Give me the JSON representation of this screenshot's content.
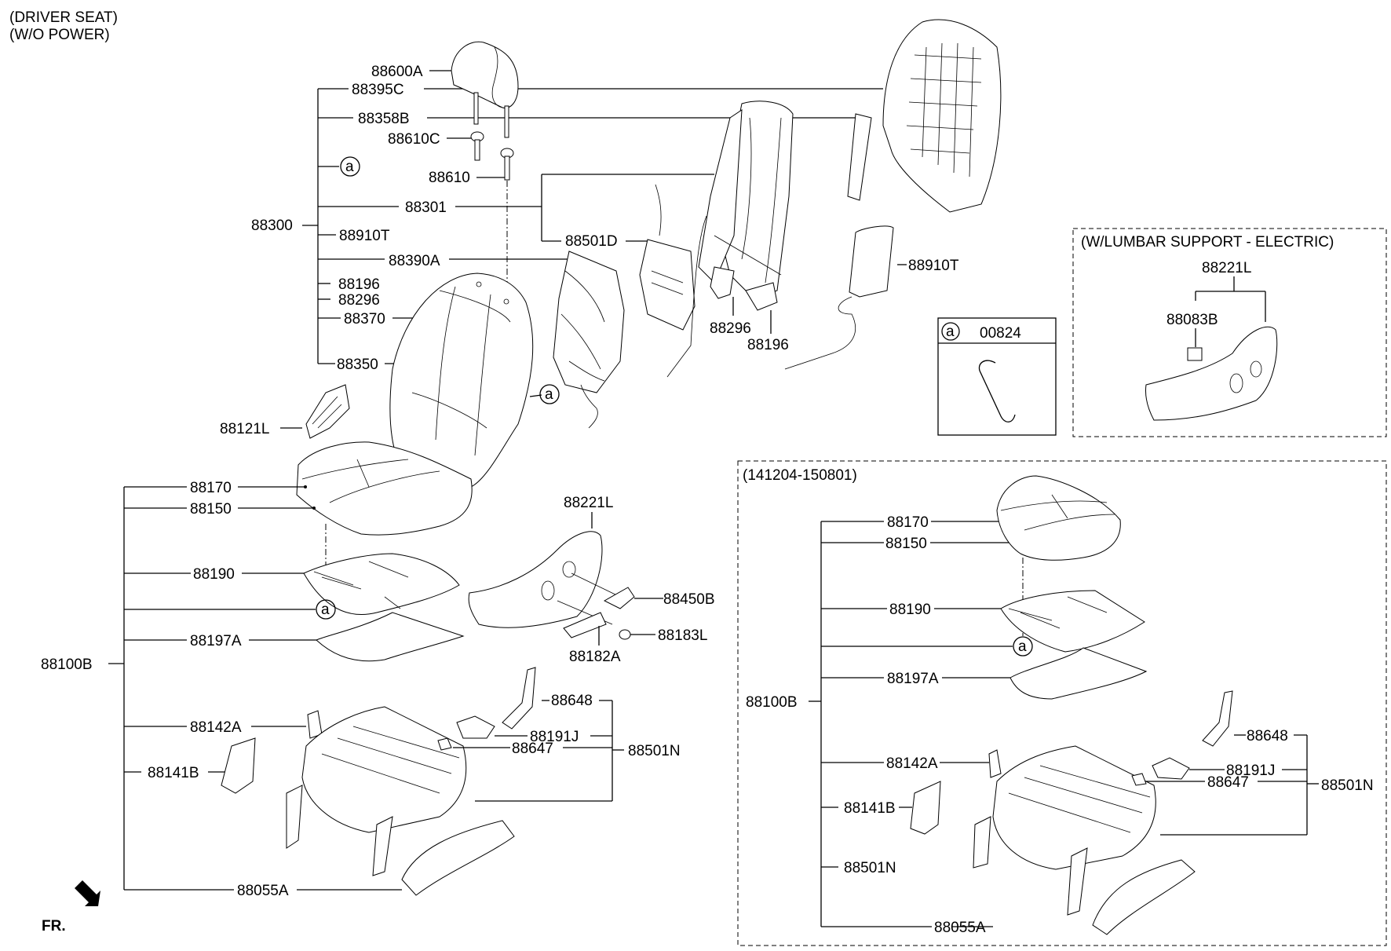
{
  "header": {
    "line1": "(DRIVER SEAT)",
    "line2": "(W/O POWER)"
  },
  "front_indicator": {
    "label": "FR.",
    "icon": "arrow-down-left-icon"
  },
  "main_assembly": {
    "seatback_group": {
      "parent": "88300",
      "children": [
        "88395C",
        "88358B",
        "a",
        "88301",
        "88910T",
        "88390A",
        "88196",
        "88296",
        "88370",
        "88350"
      ]
    },
    "headrest": [
      "88600A",
      "88610C",
      "88610"
    ],
    "seatback_frame": {
      "parent": "88301",
      "children": [
        "88501D"
      ]
    },
    "seatback_parts": [
      "88910T",
      "88296",
      "88196"
    ],
    "side_cover_back": "88121L",
    "cushion_group": {
      "parent": "88100B",
      "children": [
        "88170",
        "88150",
        "88190",
        "a",
        "88197A",
        "88142A",
        "88141B",
        "88055A"
      ]
    },
    "side_shield": {
      "parent": "88221L",
      "children": [
        "88450B",
        "88183L",
        "88182A"
      ]
    },
    "track_group": {
      "parent": "88501N",
      "children": [
        "88648",
        "88191J",
        "88647"
      ]
    },
    "callout_refs": [
      "a",
      "a",
      "a"
    ]
  },
  "legend_box": {
    "ref": "a",
    "part_number": "00824"
  },
  "lumbar_box": {
    "title": "(W/LUMBAR SUPPORT - ELECTRIC)",
    "parent": "88221L",
    "children": [
      "88083B"
    ]
  },
  "variant_box": {
    "title": "(141204-150801)",
    "cushion_group": {
      "parent": "88100B",
      "children": [
        "88170",
        "88150",
        "88190",
        "a",
        "88197A",
        "88142A",
        "88141B",
        "88501N",
        "88055A"
      ]
    },
    "track_group": {
      "parent": "88501N",
      "children": [
        "88648",
        "88191J",
        "88647"
      ]
    }
  }
}
